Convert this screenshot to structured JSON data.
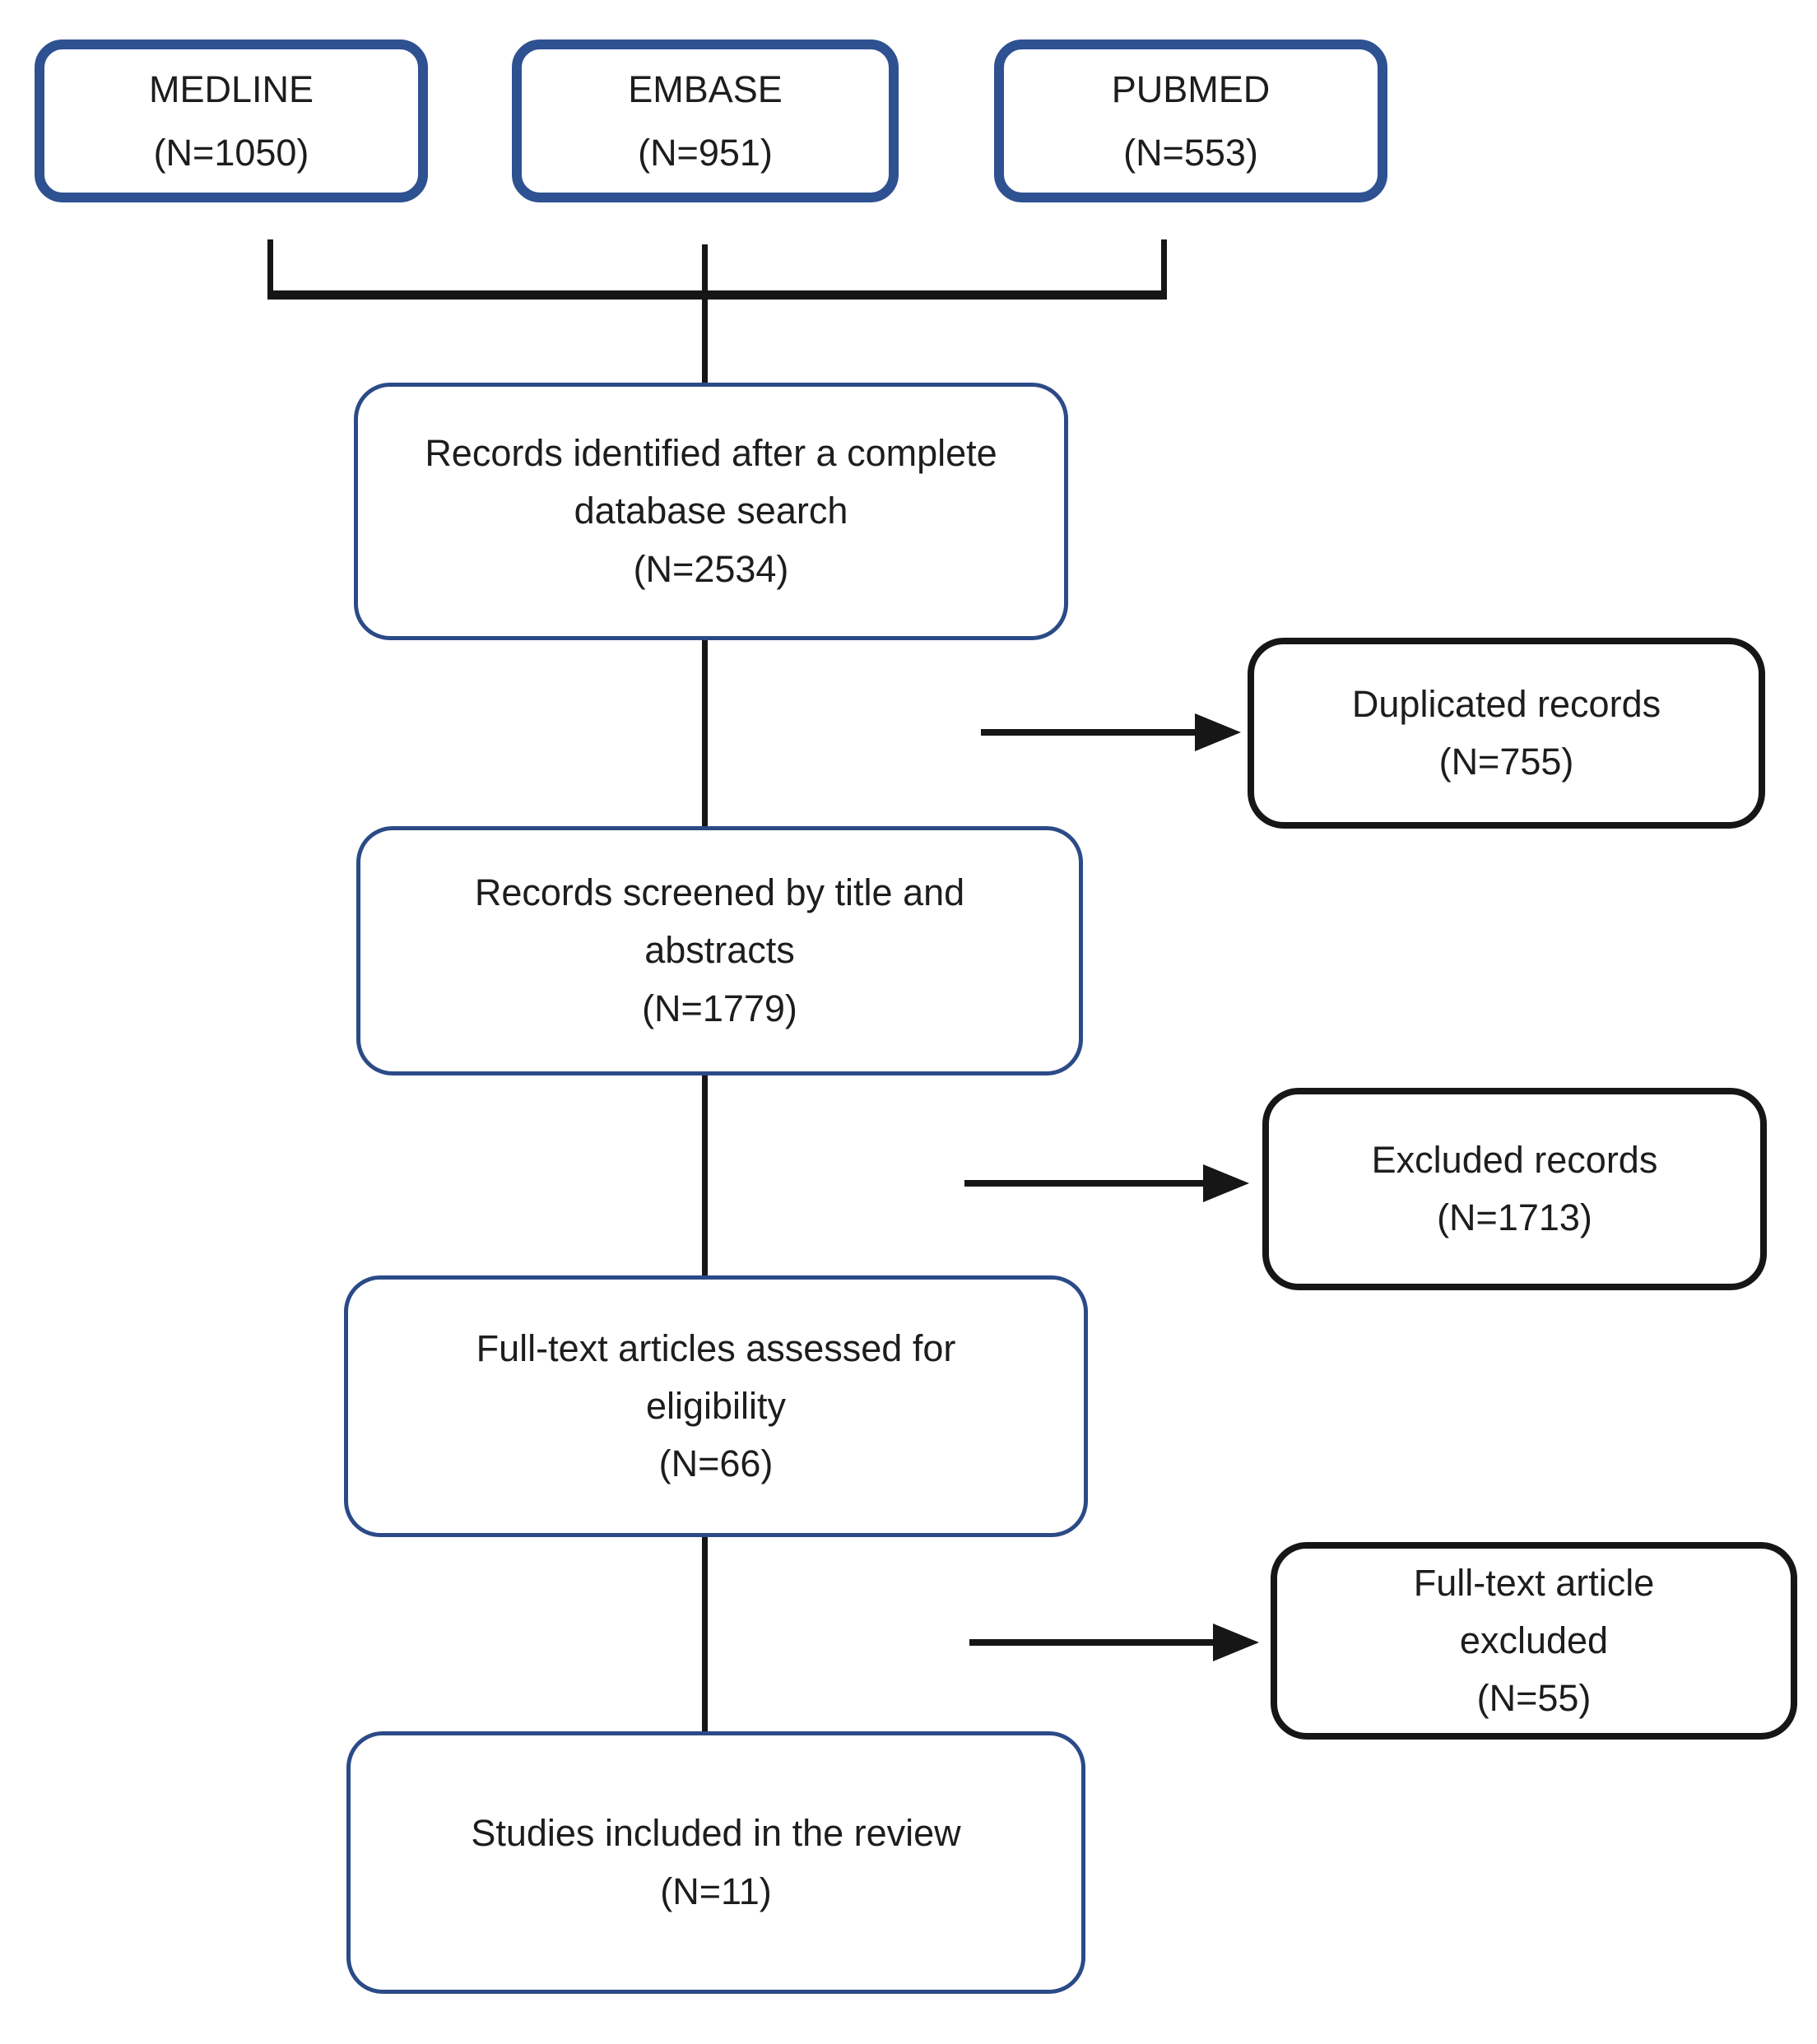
{
  "colors": {
    "source_border": "#2e5191",
    "flow_border": "#2b4a87",
    "side_border": "#161616",
    "connector_line": "#161616",
    "text": "#1d1d1d",
    "background": "#ffffff"
  },
  "sources": [
    {
      "label": "MEDLINE",
      "count": "(N=1050)"
    },
    {
      "label": "EMBASE",
      "count": "(N=951)"
    },
    {
      "label": "PUBMED",
      "count": "(N=553)"
    }
  ],
  "flow_boxes": [
    {
      "line1": "Records identified after a complete",
      "line2": "database search",
      "count": "(N=2534)"
    },
    {
      "line1": "Records screened by title and",
      "line2": "abstracts",
      "count": "(N=1779)"
    },
    {
      "line1": "Full-text articles assessed for",
      "line2": "eligibility",
      "count": "(N=66)"
    },
    {
      "line1": "Studies included in the review",
      "line2": "",
      "count": "(N=11)"
    }
  ],
  "side_boxes": [
    {
      "line1": "Duplicated records",
      "line2": "",
      "count": "(N=755)"
    },
    {
      "line1": "Excluded records",
      "line2": "",
      "count": "(N=1713)"
    },
    {
      "line1": "Full-text article",
      "line2": "excluded",
      "count": "(N=55)"
    }
  ]
}
